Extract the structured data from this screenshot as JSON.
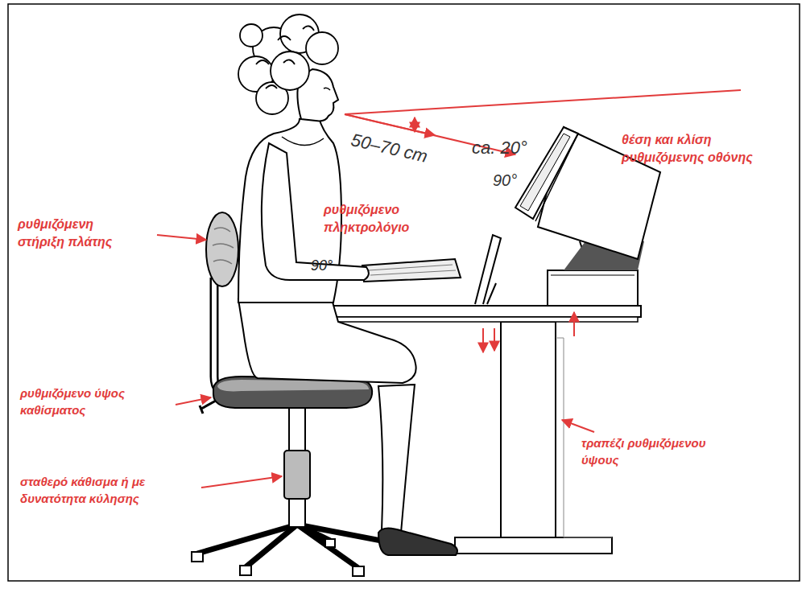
{
  "diagram": {
    "labels": [
      "θέση και κλίση ρυθμιζόμενης οθόνης",
      "50–70 cm",
      "ca. 20°",
      "90°",
      "ρυθμιζόμενο πληκτρολόγιο",
      "90°",
      "ρυθμιζόμενη στήριξη πλάτης",
      "ρυθμιζόμενο ύψος καθίσματος",
      "σταθερό κάθισμα ή με δυνατότητα κύλησης",
      "τραπέζι ρυθμιζόμενου ύψους"
    ]
  }
}
